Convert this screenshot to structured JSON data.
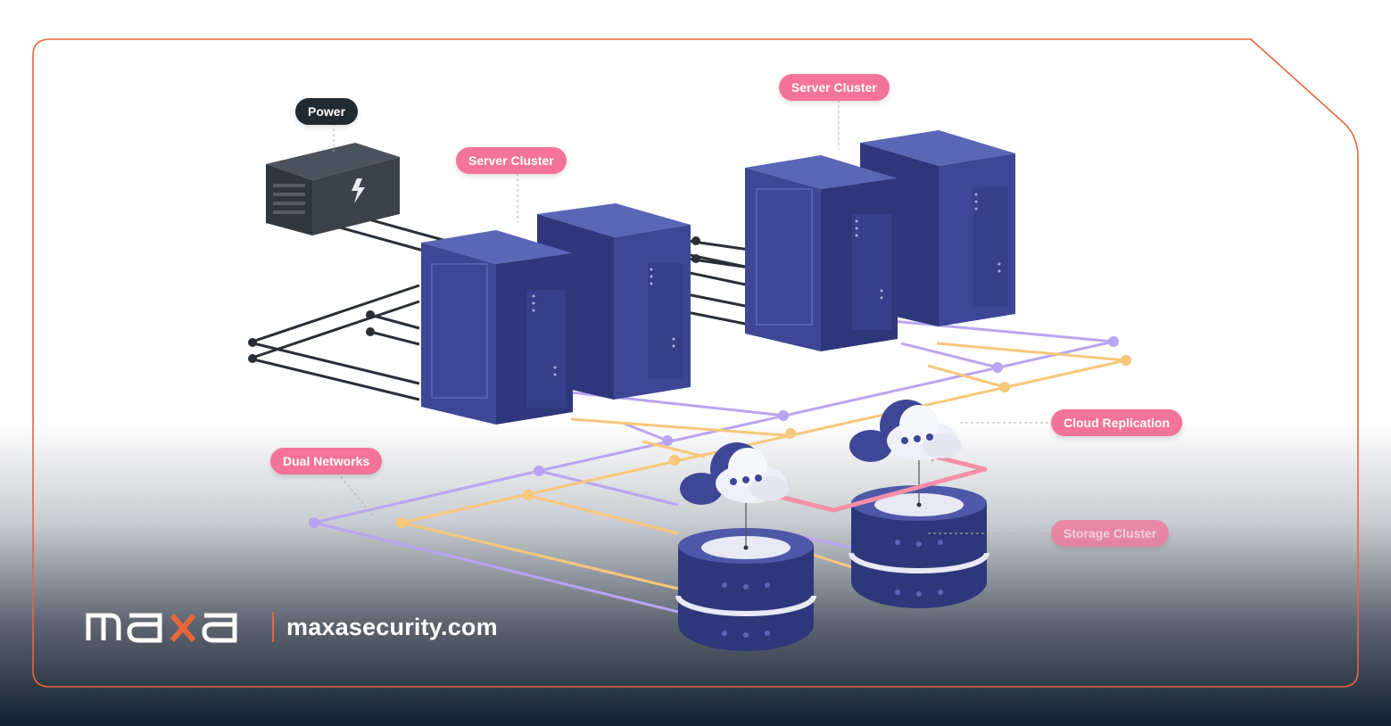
{
  "labels": {
    "power": "Power",
    "server_cluster_left": "Server Cluster",
    "server_cluster_right": "Server Cluster",
    "cloud_replication": "Cloud Replication",
    "dual_networks": "Dual Networks",
    "storage_cluster": "Storage Cluster"
  },
  "brand": {
    "logo_text": "maxa",
    "url": "maxasecurity.com"
  },
  "colors": {
    "accent_orange": "#e8663b",
    "label_pink": "#f4739a",
    "label_dark": "#1f2a33",
    "server_blue": "#3d4795",
    "network_purple": "#b9a4f2",
    "network_yellow": "#f7c77a",
    "cable_dark": "#2a2f36"
  }
}
